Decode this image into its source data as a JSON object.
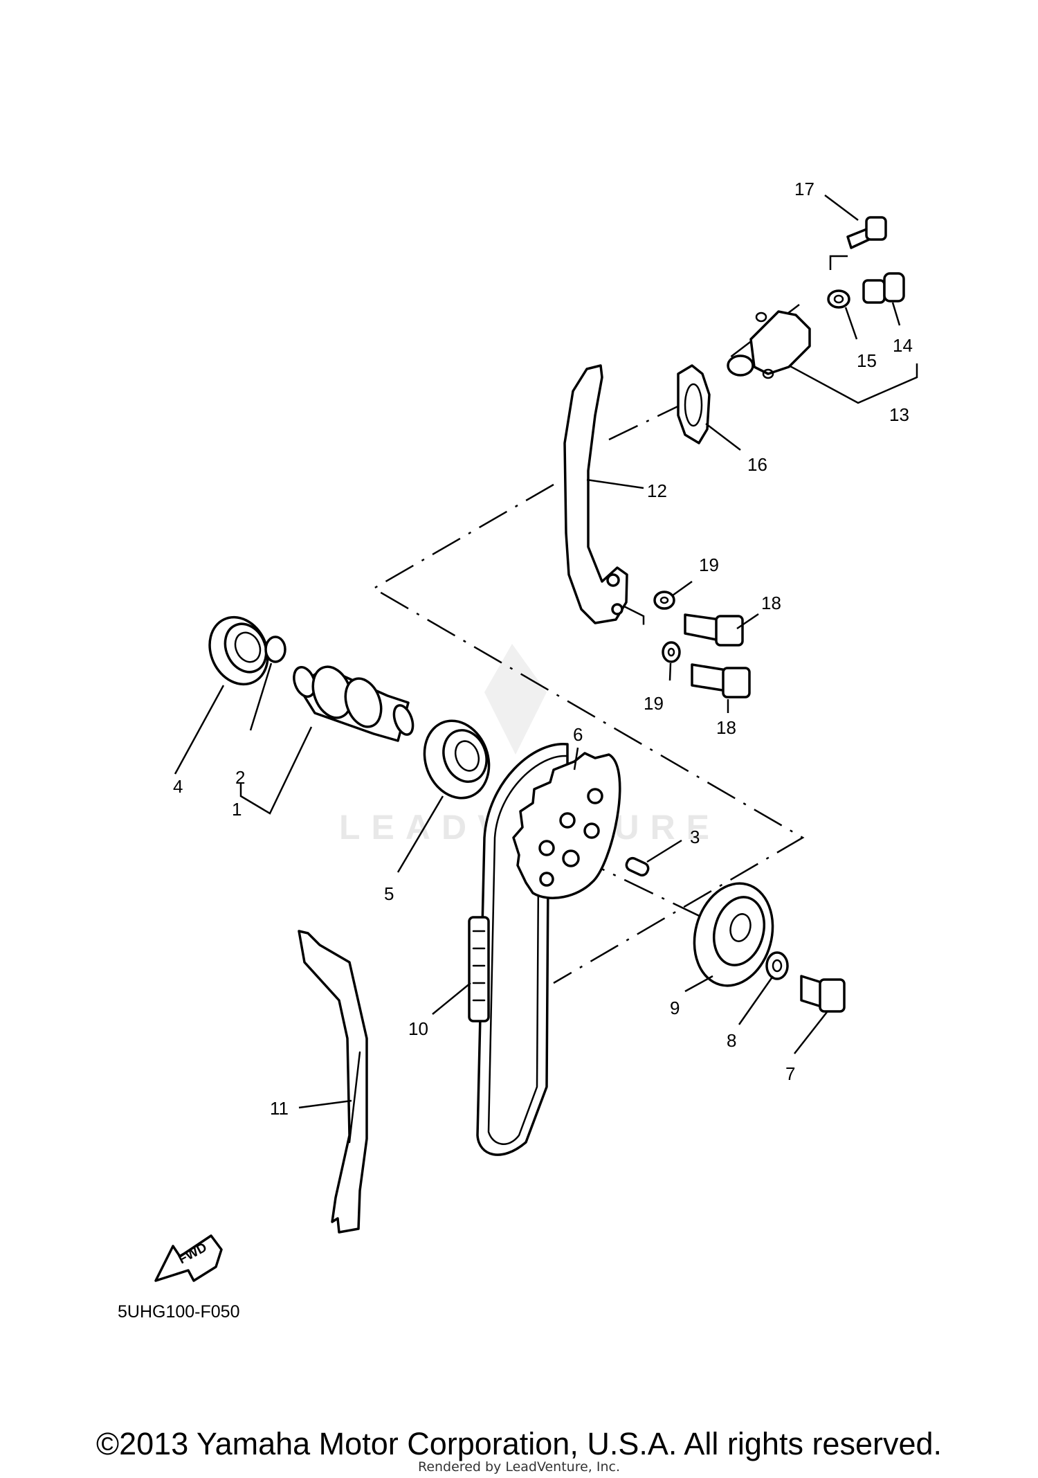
{
  "diagram_code": "5UHG100-F050",
  "fwd_label": "FWD",
  "watermark": "LEADVENTURE",
  "copyright": "©2013 Yamaha Motor Corporation, U.S.A. All rights reserved.",
  "rendered_by": "Rendered by LeadVenture, Inc.",
  "callouts": [
    {
      "id": "c1",
      "label": "1"
    },
    {
      "id": "c2",
      "label": "2"
    },
    {
      "id": "c3",
      "label": "3"
    },
    {
      "id": "c4",
      "label": "4"
    },
    {
      "id": "c5",
      "label": "5"
    },
    {
      "id": "c6",
      "label": "6"
    },
    {
      "id": "c7",
      "label": "7"
    },
    {
      "id": "c8",
      "label": "8"
    },
    {
      "id": "c9",
      "label": "9"
    },
    {
      "id": "c10",
      "label": "10"
    },
    {
      "id": "c11",
      "label": "11"
    },
    {
      "id": "c12",
      "label": "12"
    },
    {
      "id": "c13",
      "label": "13"
    },
    {
      "id": "c14",
      "label": "14"
    },
    {
      "id": "c15",
      "label": "15"
    },
    {
      "id": "c16",
      "label": "16"
    },
    {
      "id": "c17",
      "label": "17"
    },
    {
      "id": "c18a",
      "label": "18"
    },
    {
      "id": "c18b",
      "label": "18"
    },
    {
      "id": "c19a",
      "label": "19"
    },
    {
      "id": "c19b",
      "label": "19"
    }
  ]
}
